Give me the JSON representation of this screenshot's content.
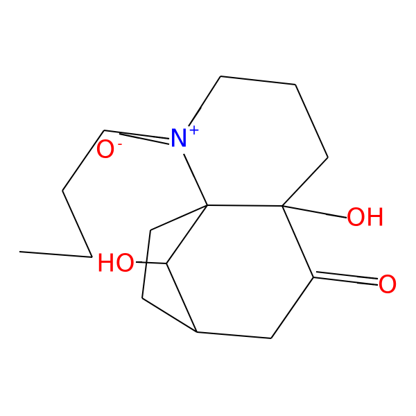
{
  "molecule": {
    "atom_labels": {
      "n_plus": "N",
      "n_plus_charge": "+",
      "o_minus": "O",
      "o_minus_charge": "-",
      "oh_right": "OH",
      "ho_left": "HO",
      "o_ketone": "O"
    },
    "colors": {
      "bond": "#000000",
      "nitrogen": "#0000ff",
      "oxygen": "#ff0000"
    }
  }
}
